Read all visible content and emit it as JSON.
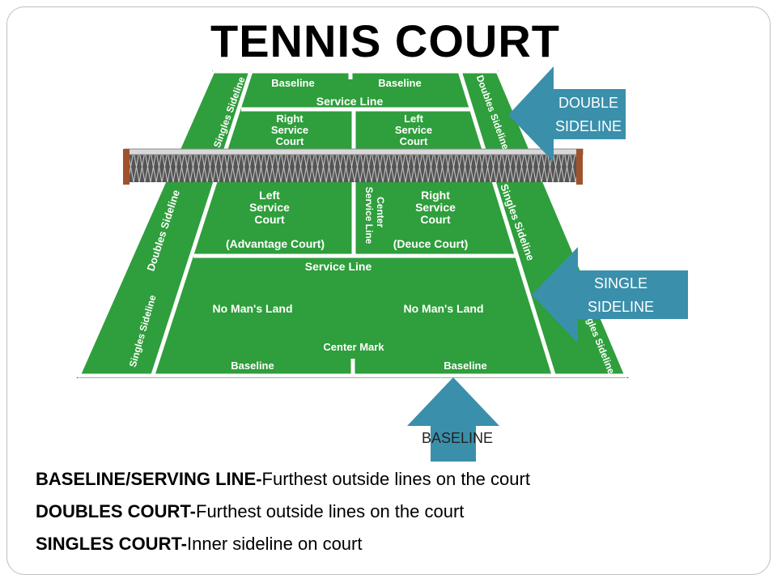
{
  "title": "TENNIS COURT",
  "court_labels": {
    "baseline_top_left": "Baseline",
    "baseline_top_right": "Baseline",
    "service_line_top": "Service Line",
    "right_service_court_top": [
      "Right",
      "Service",
      "Court"
    ],
    "left_service_court_top": [
      "Left",
      "Service",
      "Court"
    ],
    "left_service_court_bottom": [
      "Left",
      "Service",
      "Court"
    ],
    "right_service_court_bottom": [
      "Right",
      "Service",
      "Court"
    ],
    "advantage_court": "(Advantage Court)",
    "deuce_court": "(Deuce Court)",
    "center_service_line": [
      "Center",
      "Service Line"
    ],
    "service_line_bottom": "Service Line",
    "no_mans_land_left": "No Man's Land",
    "no_mans_land_right": "No Man's Land",
    "center_mark": "Center Mark",
    "baseline_bottom_left": "Baseline",
    "baseline_bottom_right": "Baseline",
    "singles_sideline": "Singles Sideline",
    "doubles_sideline": "Doubles Sideline"
  },
  "callouts": {
    "double_sideline": [
      "DOUBLE",
      "SIDELINE"
    ],
    "single_sideline": [
      "SINGLE",
      "SIDELINE"
    ],
    "baseline": "BASELINE"
  },
  "definitions": [
    {
      "term": "BASELINE/SERVING LINE-",
      "text": "Furthest outside lines on the court"
    },
    {
      "term": "DOUBLES COURT-",
      "text": "Furthest outside lines on the court"
    },
    {
      "term": "SINGLES COURT-",
      "text": "Inner sideline on court"
    }
  ],
  "colors": {
    "court_green": "#2f9e3c",
    "line_white": "#ffffff",
    "callout_blue": "#3a8fab"
  }
}
